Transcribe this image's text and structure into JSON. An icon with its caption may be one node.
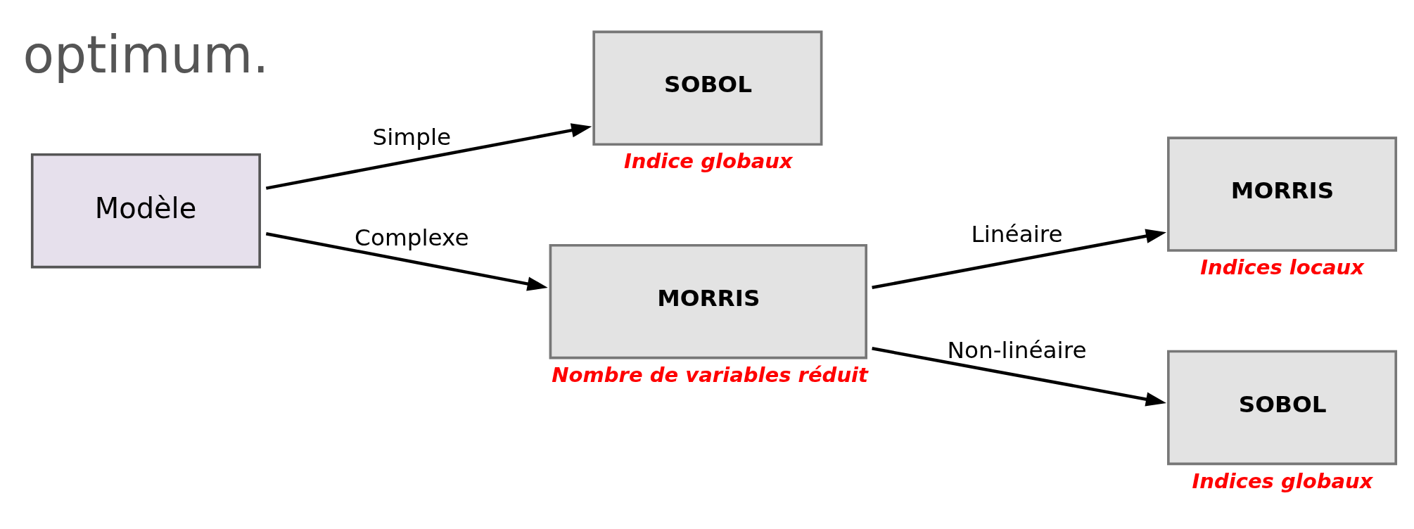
{
  "diagram": {
    "nodes": [
      {
        "text": [
          "Modèle"
        ]
      },
      {
        "text": [
          "SOBOL"
        ],
        "beside": [
          "Indice globaux"
        ]
      },
      {
        "text": [
          "MORRIS"
        ],
        "beside": [
          "Nombre de variables réduit"
        ]
      },
      {
        "text": [
          "MORRIS"
        ],
        "beside": [
          "Indices locaux"
        ]
      },
      {
        "text": [
          "SOBOL"
        ],
        "beside": [
          "Indices globaux"
        ]
      }
    ],
    "edges": [
      {
        "from": 0,
        "to": 1,
        "arrow": "to",
        "label": "Simple"
      },
      {
        "from": 0,
        "to": 2,
        "arrow": "to",
        "label": "Complexe"
      },
      {
        "from": 2,
        "to": 3,
        "arrow": "to",
        "label": "Linéaire"
      },
      {
        "from": 2,
        "to": 4,
        "arrow": "to",
        "label": "Non-linéaire"
      }
    ],
    "labels": [
      "optimum."
    ]
  }
}
